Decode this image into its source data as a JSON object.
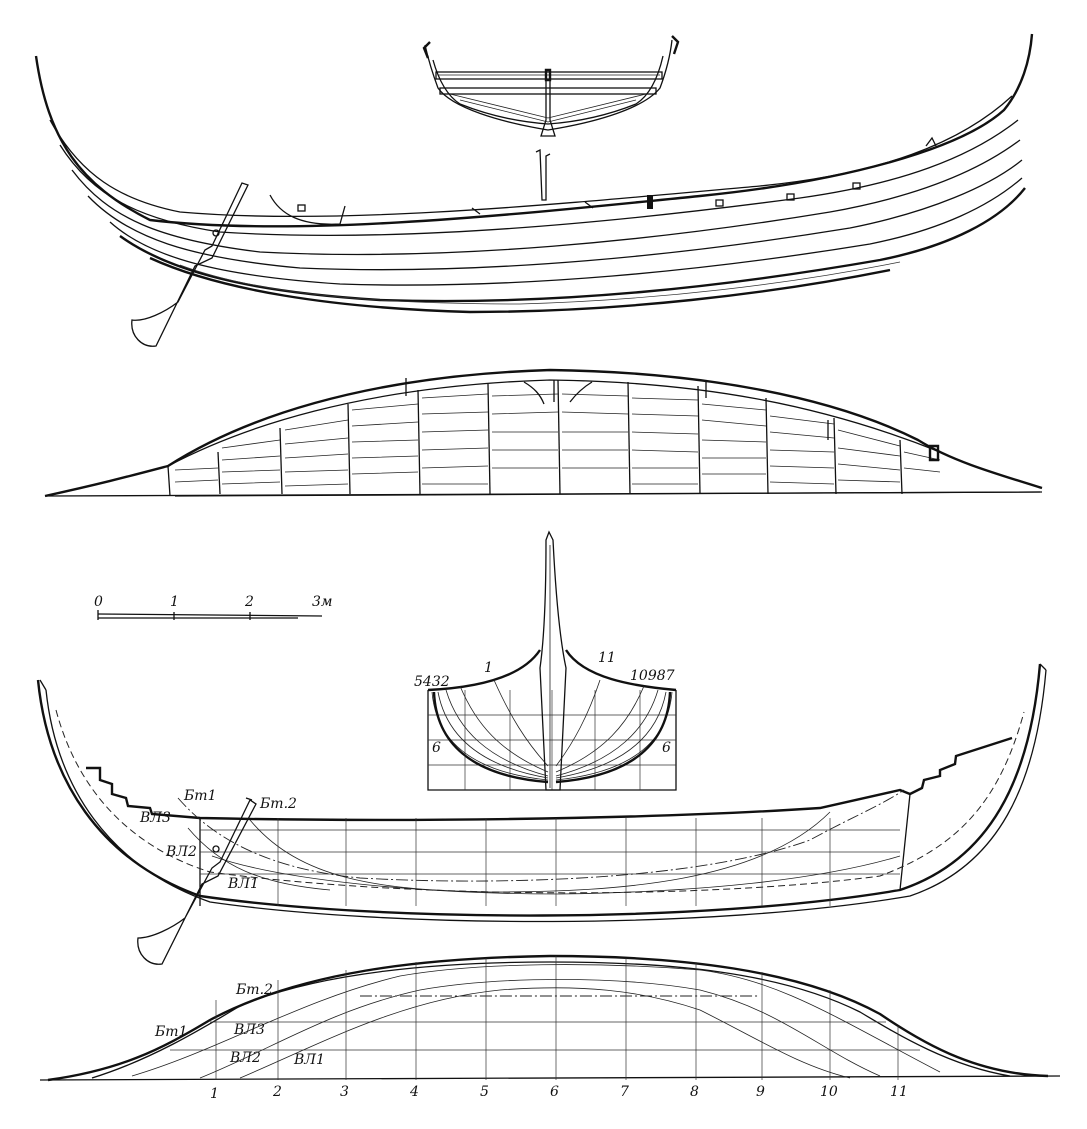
{
  "scale_bar": {
    "labels": [
      "0",
      "1",
      "2",
      "3м"
    ]
  },
  "body_plan": {
    "station_labels_left": "5432",
    "station_1": "1",
    "station_11": "11",
    "station_labels_right": "10987",
    "waterline_left": "6",
    "waterline_right": "6"
  },
  "lines_profile": {
    "buttock_1": "Бт1",
    "buttock_2": "Бт.2",
    "waterline_3": "ВЛ3",
    "waterline_2": "ВЛ2",
    "waterline_1": "ВЛ1"
  },
  "half_breadth": {
    "buttock_1": "Бт1",
    "buttock_2": "Бт.2",
    "waterline_3": "ВЛ3",
    "waterline_2": "ВЛ2",
    "waterline_1": "ВЛ1",
    "stations": [
      "1",
      "2",
      "3",
      "4",
      "5",
      "6",
      "7",
      "8",
      "9",
      "10",
      "11"
    ]
  }
}
